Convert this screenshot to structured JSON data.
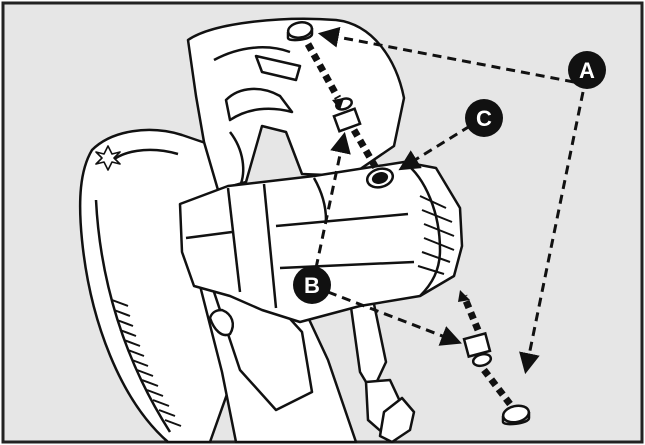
{
  "callouts": {
    "a": {
      "label": "A"
    },
    "b": {
      "label": "B"
    },
    "c": {
      "label": "C"
    }
  },
  "colors": {
    "background": "#e6e6e6",
    "frame": "#222222",
    "line": "#111111",
    "body_fill": "#ffffff",
    "callout_fill": "#111111",
    "callout_text": "#ffffff"
  },
  "parts": [
    {
      "id": "brush-cap",
      "count": 2
    },
    {
      "id": "carbon-brush",
      "count": 2
    },
    {
      "id": "brush-holder-opening",
      "count": 1
    }
  ]
}
